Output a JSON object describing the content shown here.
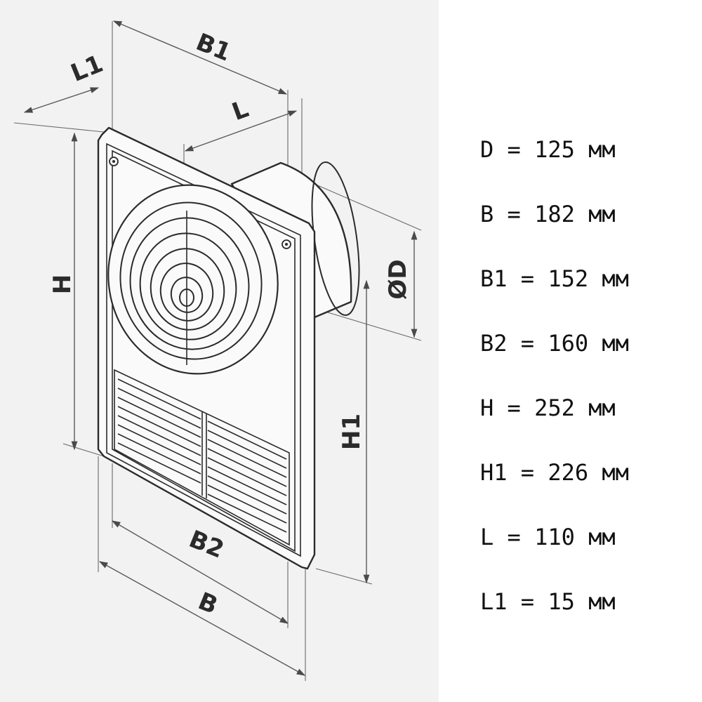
{
  "drawing": {
    "labels": {
      "B1": "B1",
      "L1": "L1",
      "L": "L",
      "H": "H",
      "D": "ØD",
      "H1": "H1",
      "B2": "B2",
      "B": "B"
    }
  },
  "specs": [
    {
      "text": "D = 125 мм"
    },
    {
      "text": "B = 182 мм"
    },
    {
      "text": "B1 = 152 мм"
    },
    {
      "text": "B2 = 160 мм"
    },
    {
      "text": "H = 252 мм"
    },
    {
      "text": "H1 = 226 мм"
    },
    {
      "text": "L = 110 мм"
    },
    {
      "text": "L1 = 15 мм"
    }
  ]
}
